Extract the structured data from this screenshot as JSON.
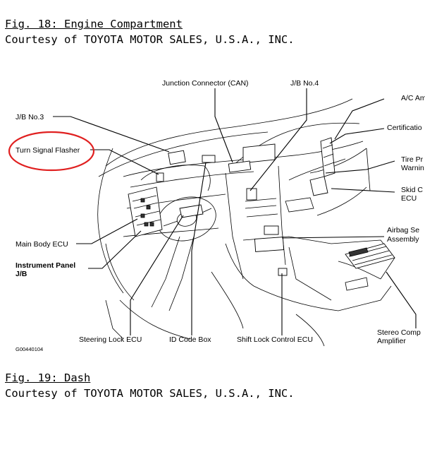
{
  "fig18": {
    "title": "Fig. 18: Engine Compartment",
    "credit": "Courtesy of TOYOTA MOTOR SALES, U.S.A., INC."
  },
  "fig19": {
    "title": "Fig. 19: Dash",
    "credit": "Courtesy of TOYOTA MOTOR SALES, U.S.A., INC."
  },
  "diagram": {
    "image_code": "G00440104",
    "highlight_color": "#e02020",
    "labels": {
      "junction_connector": "Junction Connector (CAN)",
      "jb_no4": "J/B No.4",
      "jb_no3": "J/B No.3",
      "turn_signal_flasher": "Turn Signal Flasher",
      "ac_amp": "A/C Am",
      "certification": "Certificatio",
      "tire_pressure_1": "Tire Pr",
      "tire_pressure_2": "Warnin",
      "skid_control_1": "Skid C",
      "skid_control_2": "ECU",
      "main_body_ecu": "Main Body ECU",
      "instrument_panel_1": "Instrument Panel",
      "instrument_panel_2": "J/B",
      "airbag_1": "Airbag Se",
      "airbag_2": "Assembly",
      "steering_lock_ecu": "Steering Lock ECU",
      "id_code_box": "ID Code Box",
      "shift_lock_ecu": "Shift Lock Control ECU",
      "stereo_1": "Stereo Comp",
      "stereo_2": "Amplifier"
    }
  }
}
